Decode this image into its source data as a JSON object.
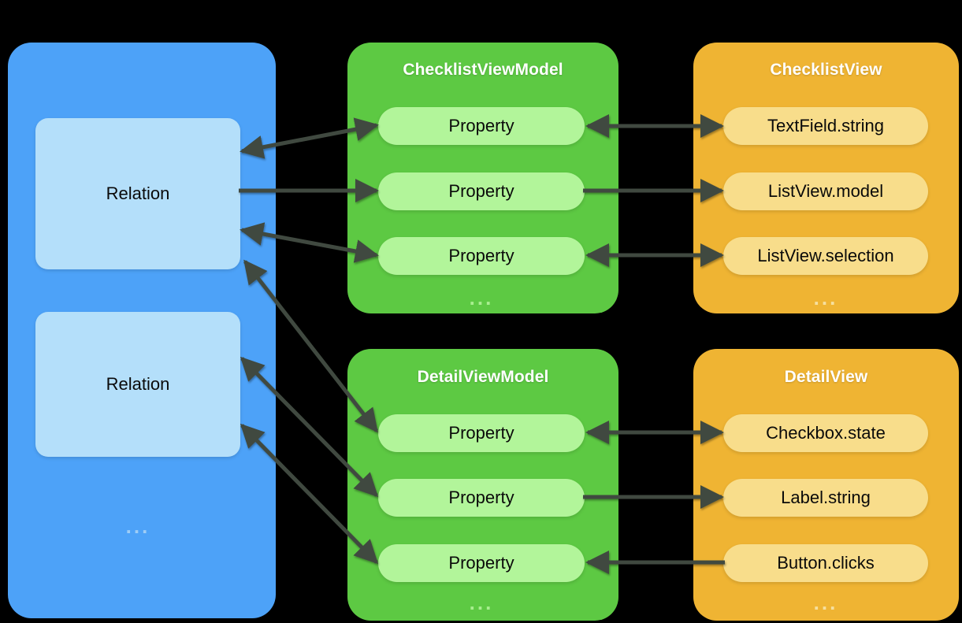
{
  "diagram": {
    "title": "MVVM data binding architecture diagram",
    "background": "#000000",
    "arrow_color": "#3f4a3f"
  },
  "palette": {
    "model_panel_bg": "#4da2f8",
    "model_item_bg": "#b4dffa",
    "viewmodel_panel_bg": "#5dc943",
    "viewmodel_item_bg": "#b2f59a",
    "view_panel_bg": "#efb433",
    "view_item_bg": "#f8dd8b",
    "title_text": "#ffffff",
    "item_text": "#0a0a0a",
    "ellipsis_model": "#9fcdf5",
    "ellipsis_viewmodel": "#a9ee90",
    "ellipsis_view": "#f6e0a0"
  },
  "columns": [
    {
      "id": "model",
      "title": "",
      "items": [
        {
          "label": "Relation"
        },
        {
          "label": "Relation"
        }
      ],
      "ellipsis": "..."
    },
    {
      "id": "checklist-view-model",
      "title": "ChecklistViewModel",
      "items": [
        {
          "label": "Property"
        },
        {
          "label": "Property"
        },
        {
          "label": "Property"
        }
      ],
      "ellipsis": "..."
    },
    {
      "id": "checklist-view",
      "title": "ChecklistView",
      "items": [
        {
          "label": "TextField.string"
        },
        {
          "label": "ListView.model"
        },
        {
          "label": "ListView.selection"
        }
      ],
      "ellipsis": "..."
    },
    {
      "id": "detail-view-model",
      "title": "DetailViewModel",
      "items": [
        {
          "label": "Property"
        },
        {
          "label": "Property"
        },
        {
          "label": "Property"
        }
      ],
      "ellipsis": "..."
    },
    {
      "id": "detail-view",
      "title": "DetailView",
      "items": [
        {
          "label": "Checkbox.state"
        },
        {
          "label": "Label.string"
        },
        {
          "label": "Button.clicks"
        }
      ],
      "ellipsis": "..."
    }
  ],
  "connections": [
    {
      "from": "relation-1",
      "to": "checklist-property-1",
      "direction": "both"
    },
    {
      "from": "relation-1",
      "to": "checklist-property-2",
      "direction": "to"
    },
    {
      "from": "relation-1",
      "to": "checklist-property-3",
      "direction": "both"
    },
    {
      "from": "checklist-property-1",
      "to": "textfield-string",
      "direction": "both"
    },
    {
      "from": "checklist-property-2",
      "to": "listview-model",
      "direction": "to"
    },
    {
      "from": "checklist-property-3",
      "to": "listview-selection",
      "direction": "both"
    },
    {
      "from": "relation-1",
      "to": "detail-property-1",
      "direction": "both"
    },
    {
      "from": "relation-2",
      "to": "detail-property-2",
      "direction": "both"
    },
    {
      "from": "relation-2",
      "to": "detail-property-3",
      "direction": "both"
    },
    {
      "from": "detail-property-1",
      "to": "checkbox-state",
      "direction": "both"
    },
    {
      "from": "detail-property-2",
      "to": "label-string",
      "direction": "to"
    },
    {
      "from": "detail-property-3",
      "to": "button-clicks",
      "direction": "from"
    }
  ]
}
